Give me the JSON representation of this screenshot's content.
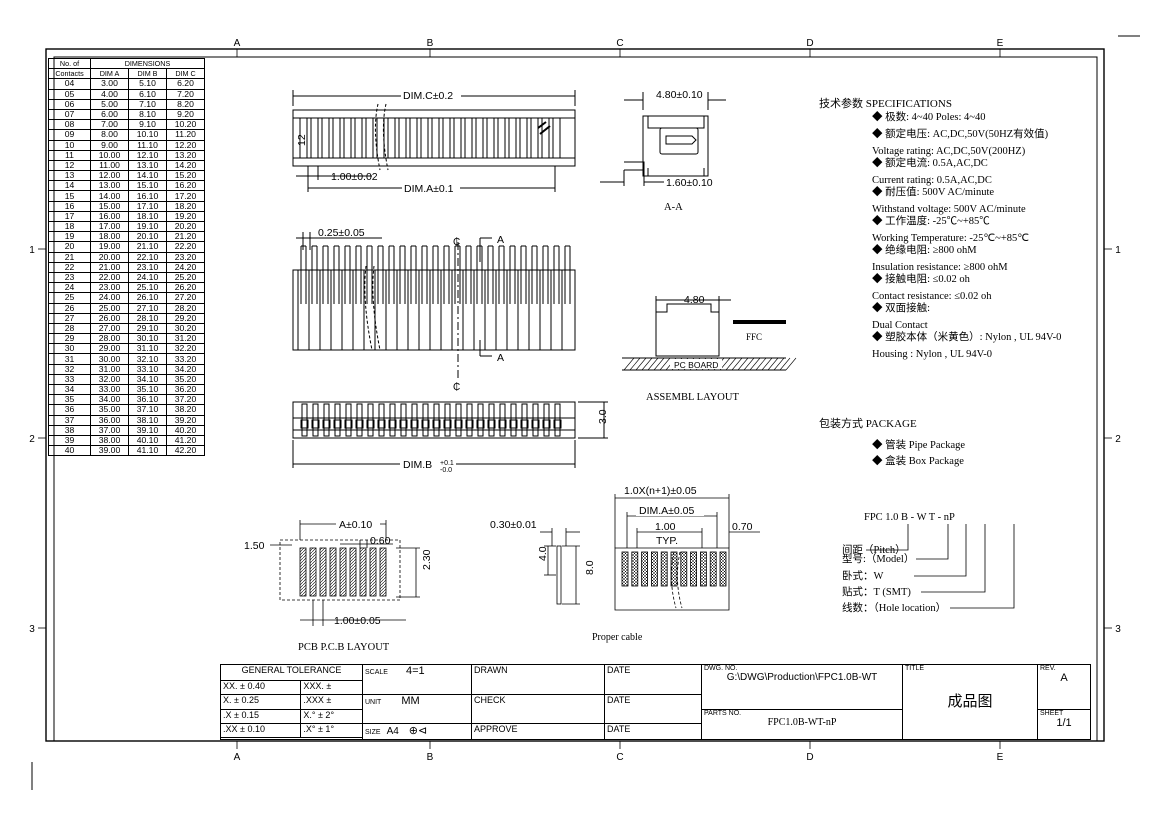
{
  "columns": [
    "A",
    "B",
    "C",
    "D",
    "E"
  ],
  "rows": [
    "1",
    "2",
    "3"
  ],
  "table": {
    "header_no": "No. of",
    "header_contacts": "Contacts",
    "header_dimensions": "DIMENSIONS",
    "col_a": "DIM A",
    "col_b": "DIM B",
    "col_c": "DIM C",
    "rows": [
      [
        "04",
        "3.00",
        "5.10",
        "6.20"
      ],
      [
        "05",
        "4.00",
        "6.10",
        "7.20"
      ],
      [
        "06",
        "5.00",
        "7.10",
        "8.20"
      ],
      [
        "07",
        "6.00",
        "8.10",
        "9.20"
      ],
      [
        "08",
        "7.00",
        "9.10",
        "10.20"
      ],
      [
        "09",
        "8.00",
        "10.10",
        "11.20"
      ],
      [
        "10",
        "9.00",
        "11.10",
        "12.20"
      ],
      [
        "11",
        "10.00",
        "12.10",
        "13.20"
      ],
      [
        "12",
        "11.00",
        "13.10",
        "14.20"
      ],
      [
        "13",
        "12.00",
        "14.10",
        "15.20"
      ],
      [
        "14",
        "13.00",
        "15.10",
        "16.20"
      ],
      [
        "15",
        "14.00",
        "16.10",
        "17.20"
      ],
      [
        "16",
        "15.00",
        "17.10",
        "18.20"
      ],
      [
        "17",
        "16.00",
        "18.10",
        "19.20"
      ],
      [
        "18",
        "17.00",
        "19.10",
        "20.20"
      ],
      [
        "19",
        "18.00",
        "20.10",
        "21.20"
      ],
      [
        "20",
        "19.00",
        "21.10",
        "22.20"
      ],
      [
        "21",
        "20.00",
        "22.10",
        "23.20"
      ],
      [
        "22",
        "21.00",
        "23.10",
        "24.20"
      ],
      [
        "23",
        "22.00",
        "24.10",
        "25.20"
      ],
      [
        "24",
        "23.00",
        "25.10",
        "26.20"
      ],
      [
        "25",
        "24.00",
        "26.10",
        "27.20"
      ],
      [
        "26",
        "25.00",
        "27.10",
        "28.20"
      ],
      [
        "27",
        "26.00",
        "28.10",
        "29.20"
      ],
      [
        "28",
        "27.00",
        "29.10",
        "30.20"
      ],
      [
        "29",
        "28.00",
        "30.10",
        "31.20"
      ],
      [
        "30",
        "29.00",
        "31.10",
        "32.20"
      ],
      [
        "31",
        "30.00",
        "32.10",
        "33.20"
      ],
      [
        "32",
        "31.00",
        "33.10",
        "34.20"
      ],
      [
        "33",
        "32.00",
        "34.10",
        "35.20"
      ],
      [
        "34",
        "33.00",
        "35.10",
        "36.20"
      ],
      [
        "35",
        "34.00",
        "36.10",
        "37.20"
      ],
      [
        "36",
        "35.00",
        "37.10",
        "38.20"
      ],
      [
        "37",
        "36.00",
        "38.10",
        "39.20"
      ],
      [
        "38",
        "37.00",
        "39.10",
        "40.20"
      ],
      [
        "39",
        "38.00",
        "40.10",
        "41.20"
      ],
      [
        "40",
        "39.00",
        "41.10",
        "42.20"
      ]
    ]
  },
  "dims": {
    "dim_c": "DIM.C±0.2",
    "pin12": "12",
    "pitch": "1.00±0.02",
    "dim_a": "DIM.A±0.1",
    "w_480": "4.80±0.10",
    "h_160": "1.60±0.10",
    "section": "A-A",
    "pin_w": "0.25±0.05",
    "cl": "₵",
    "a": "A",
    "asm_480": "4.80",
    "ffc": "FFC",
    "pc_board": "PC BOARD",
    "assembl": "ASSEMBL LAYOUT",
    "h_30": "3.0",
    "dim_b": "DIM.B",
    "dim_b_plus": "+0.1",
    "dim_b_minus": "-0.0",
    "pcb_a": "A±0.10",
    "pcb_060": "0.60",
    "pcb_150": "1.50",
    "pcb_230": "2.30",
    "pcb_pitch": "1.00±0.05",
    "pcb_title": "PCB P.C.B LAYOUT",
    "cab_030": "0.30±0.01",
    "cab_40": "4.0",
    "cab_80": "8.0",
    "cab_total": "1.0X(n+1)±0.05",
    "cab_dima": "DIM.A±0.05",
    "cab_100": "1.00",
    "cab_typ": "TYP.",
    "cab_070": "0.70",
    "cab_title": "Proper cable"
  },
  "specs": {
    "title": "技术参数  SPECIFICATIONS",
    "lines": [
      "◆ 极数: 4~40     Poles: 4~40",
      "◆ 额定电压: AC,DC,50V(50HZ有效值)",
      "   Voltage rating: AC,DC,50V(200HZ)",
      "◆ 额定电流: 0.5A,AC,DC",
      "   Current rating: 0.5A,AC,DC",
      "◆ 耐压值: 500V AC/minute",
      "   Withstand voltage: 500V AC/minute",
      "◆ 工作温度: -25℃~+85℃",
      "   Working Temperature: -25℃~+85℃",
      "◆ 绝缘电阻: ≥800 ohM",
      "   Insulation resistance: ≥800 ohM",
      "◆ 接触电阻: ≤0.02 oh",
      "   Contact resistance: ≤0.02 oh",
      "◆ 双面接触:",
      "   Dual Contact",
      "◆ 塑胶本体（米黄色）: Nylon , UL 94V-0",
      "   Housing : Nylon , UL 94V-0"
    ],
    "package_title": "包装方式  PACKAGE",
    "package_lines": [
      "◆ 管装   Pipe Package",
      "◆ 盒装   Box Package"
    ]
  },
  "code": {
    "part": "FPC 1.0 B - W  T - nP",
    "pitch": "间距（Pitch）",
    "model": "型号:（Model）",
    "type_w": "卧式：W",
    "type_t": "贴式：T (SMT)",
    "holes": "线数：（Hole location）"
  },
  "titleblock": {
    "gen_tol": "GENERAL  TOLERANCE",
    "tol": [
      [
        "XX. ± 0.40",
        "XXX. ±"
      ],
      [
        "X. ± 0.25",
        ".XXX ±"
      ],
      [
        ".X ± 0.15",
        "X.° ± 2°"
      ],
      [
        ".XX ± 0.10",
        ".X° ± 1°"
      ]
    ],
    "scale_lbl": "SCALE",
    "scale": "4=1",
    "unit_lbl": "UNIT",
    "unit": "MM",
    "size_lbl": "SIZE",
    "size": "A4",
    "drawn": "DRAWN",
    "check": "CHECK",
    "approve": "APPROVE",
    "date": "DATE",
    "dwg_lbl": "DWG. NO.",
    "dwg": "G:\\DWG\\Production\\FPC1.0B-WT",
    "parts_lbl": "PARTS NO.",
    "parts": "FPC1.0B-WT-nP",
    "title_lbl": "TITLE",
    "title": "成品图",
    "rev_lbl": "REV.",
    "rev": "A",
    "sheet_lbl": "SHEET",
    "sheet": "1/1"
  }
}
